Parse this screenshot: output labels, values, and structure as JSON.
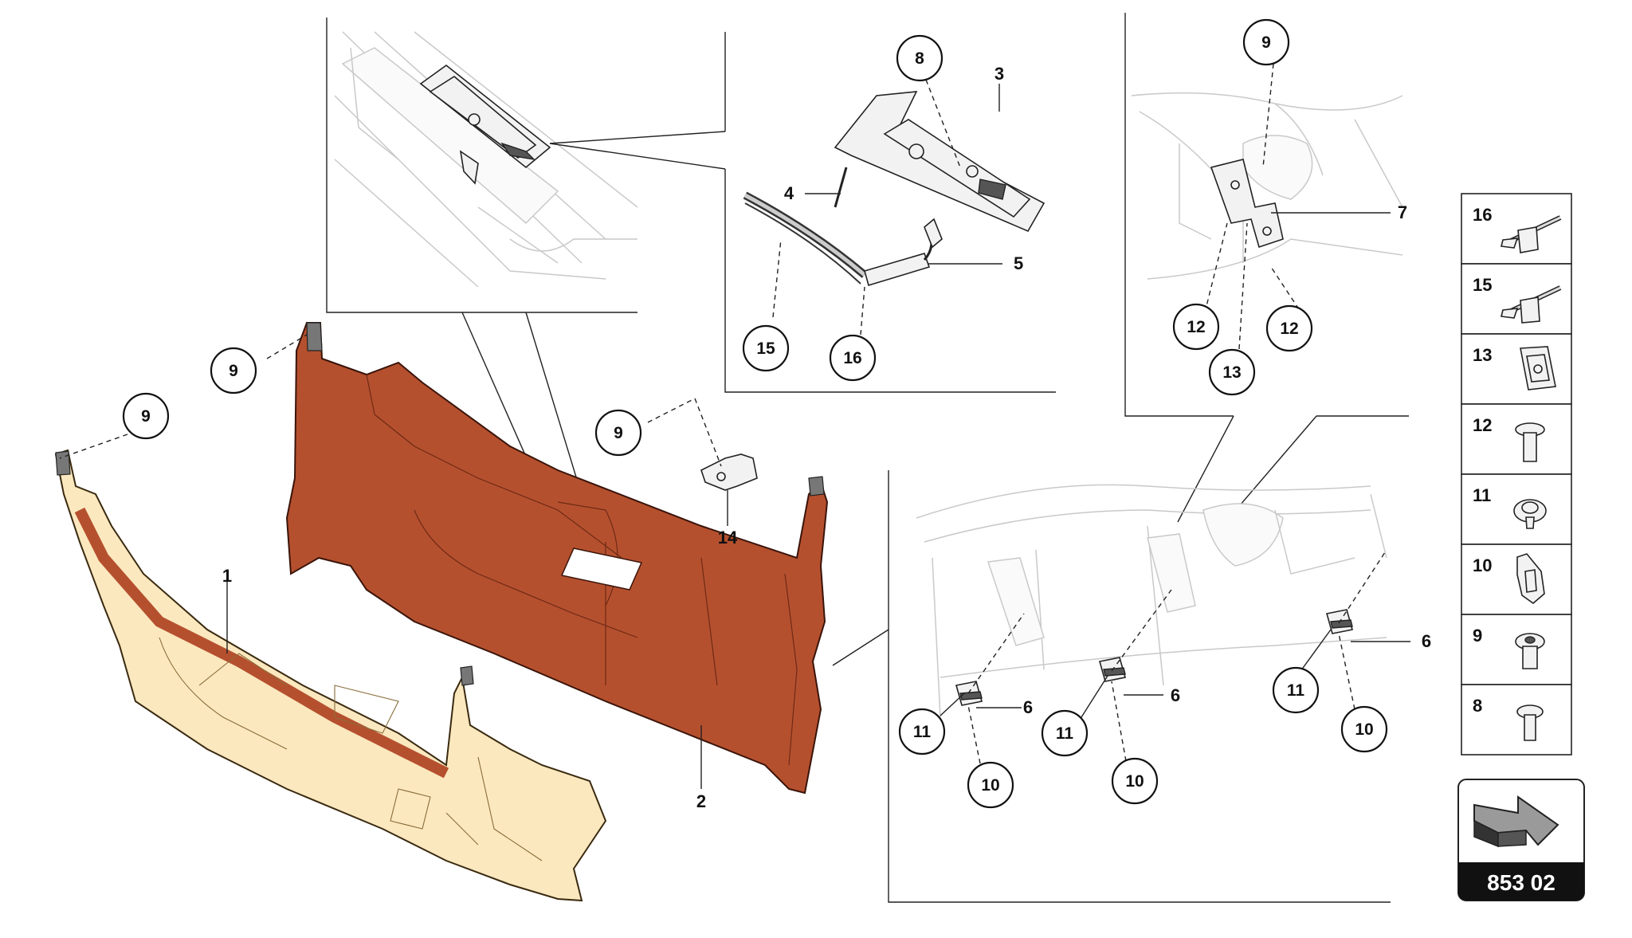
{
  "callouts": {
    "c1": "1",
    "c2": "2",
    "c3": "3",
    "c4": "4",
    "c5": "5",
    "c6a": "6",
    "c6b": "6",
    "c6c": "6",
    "c7": "7",
    "c8": "8",
    "c9a": "9",
    "c9b": "9",
    "c9c": "9",
    "c9d": "9",
    "c10a": "10",
    "c10b": "10",
    "c10c": "10",
    "c11a": "11",
    "c11b": "11",
    "c11c": "11",
    "c12a": "12",
    "c12b": "12",
    "c13": "13",
    "c14": "14",
    "c15": "15",
    "c16": "16"
  },
  "legend": {
    "items": [
      "16",
      "15",
      "13",
      "12",
      "11",
      "10",
      "9",
      "8"
    ]
  },
  "reference": {
    "code": "853 02"
  },
  "colors": {
    "panel_dark": "#b5502e",
    "panel_light": "#fbe8bf",
    "ghost_lines": "#c9c9c9"
  }
}
